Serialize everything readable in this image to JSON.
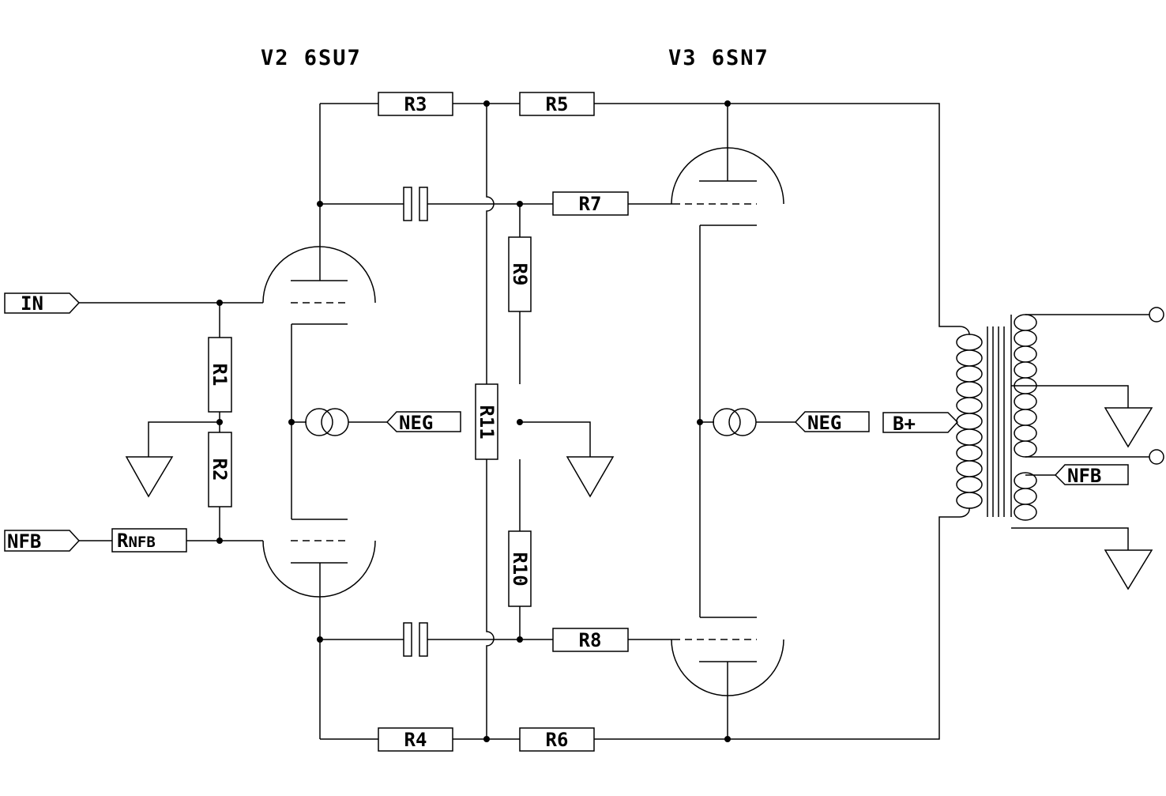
{
  "titles": {
    "v2": "V2 6SU7",
    "v3": "V3 6SN7"
  },
  "resistors": {
    "r1": "R1",
    "r2": "R2",
    "r3": "R3",
    "r4": "R4",
    "r5": "R5",
    "r6": "R6",
    "r7": "R7",
    "r8": "R8",
    "r9": "R9",
    "r10": "R10",
    "r11": "R11",
    "rnfb_main": "R",
    "rnfb_sub": "NFB"
  },
  "ports": {
    "in": "IN",
    "nfb_in": "NFB",
    "neg_v2": "NEG",
    "neg_v3": "NEG",
    "bplus": "B+",
    "nfb_out": "NFB"
  },
  "icons": [
    "resistor",
    "capacitor",
    "triode",
    "current-source",
    "ground",
    "transformer",
    "terminal"
  ]
}
